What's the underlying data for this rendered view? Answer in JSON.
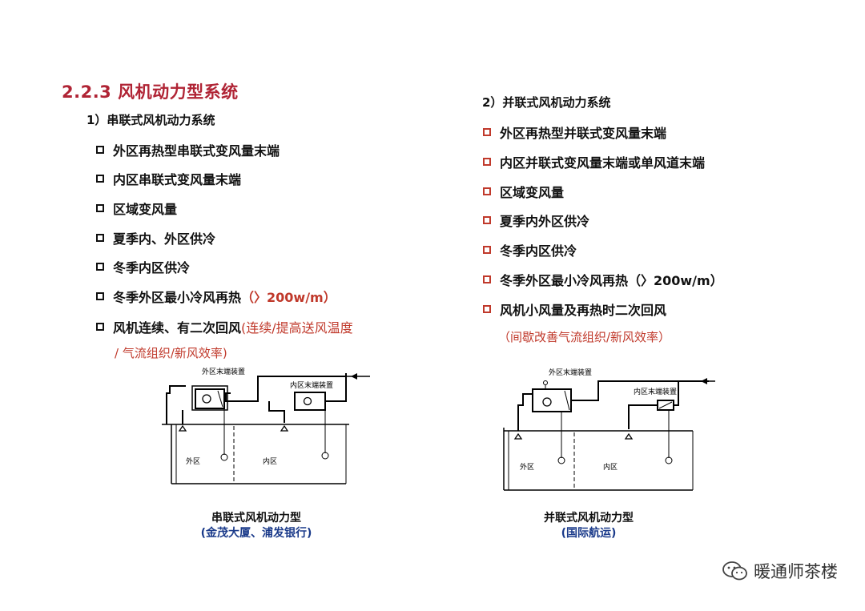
{
  "title": "2.2.3 风机动力型系统",
  "left": {
    "heading": "1）串联式风机动力系统",
    "items": [
      "外区再热型串联式变风量末端",
      "内区串联式变风量末端",
      "区域变风量",
      "夏季内、外区供冷",
      "冬季内区供冷",
      "冬季外区最小冷风再热",
      "风机连续、有二次回风"
    ],
    "item6_note": "（〉200w/m）",
    "item7_note": "(连续/提高送风温度",
    "item7_note2": "/ 气流组织/新风效率)",
    "diagram": {
      "outer_device": "外区末端装置",
      "inner_device": "内区末端装置",
      "outer_zone": "外区",
      "inner_zone": "内区"
    },
    "caption": "串联式风机动力型",
    "caption2": "(金茂大厦、浦发银行)"
  },
  "right": {
    "heading": "2）并联式风机动力系统",
    "items": [
      "外区再热型并联式变风量末端",
      "内区并联式变风量末端或单风道末端",
      "区域变风量",
      "夏季内外区供冷",
      "冬季内区供冷",
      "冬季外区最小冷风再热（〉200w/m）",
      "风机小风量及再热时二次回风"
    ],
    "note": "（间歇改善气流组织/新风效率）",
    "diagram": {
      "outer_device": "外区末端装置",
      "inner_device": "内区末端装置",
      "outer_zone": "外区",
      "inner_zone": "内区"
    },
    "caption": "并联式风机动力型",
    "caption2": "(国际航运)"
  },
  "watermark": "暖通师茶楼",
  "colors": {
    "title": "#b02435",
    "accent_red": "#c0392b",
    "caption_blue": "#1a3a8a"
  }
}
